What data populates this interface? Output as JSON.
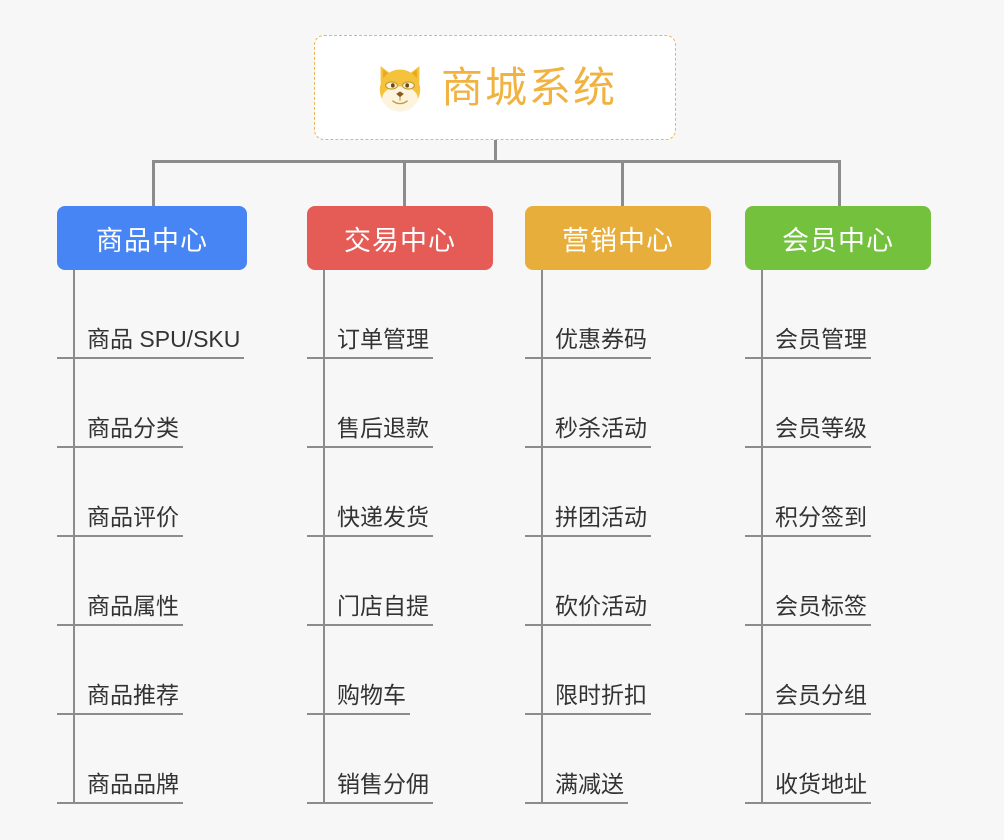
{
  "root": {
    "title": "商城系统",
    "icon": "shiba-inu-face-icon",
    "border_color": "#e9b558",
    "text_color": "#f0b240"
  },
  "background_color": "#f7f7f7",
  "connector_color": "#8c8c8c",
  "categories": [
    {
      "id": "product-center",
      "label": "商品中心",
      "color": "#4785f4",
      "items": [
        "商品 SPU/SKU",
        "商品分类",
        "商品评价",
        "商品属性",
        "商品推荐",
        "商品品牌"
      ]
    },
    {
      "id": "trade-center",
      "label": "交易中心",
      "color": "#e55b56",
      "items": [
        "订单管理",
        "售后退款",
        "快递发货",
        "门店自提",
        "购物车",
        "销售分佣"
      ]
    },
    {
      "id": "marketing-center",
      "label": "营销中心",
      "color": "#e8ae3c",
      "items": [
        "优惠券码",
        "秒杀活动",
        "拼团活动",
        "砍价活动",
        "限时折扣",
        "满减送"
      ]
    },
    {
      "id": "member-center",
      "label": "会员中心",
      "color": "#73c13d",
      "items": [
        "会员管理",
        "会员等级",
        "积分签到",
        "会员标签",
        "会员分组",
        "收货地址"
      ]
    }
  ]
}
